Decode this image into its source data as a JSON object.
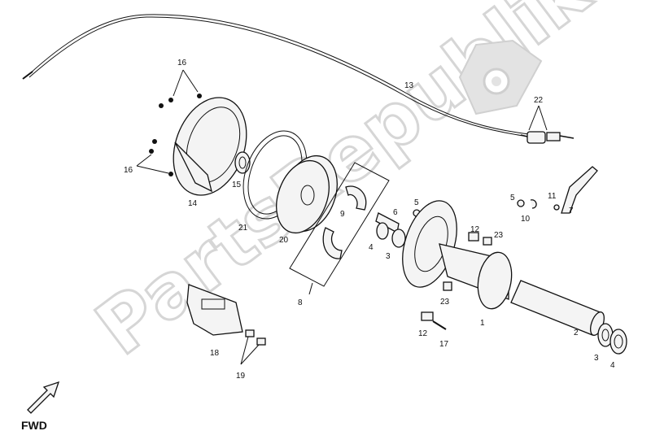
{
  "diagram": {
    "watermark_text": "PartsRepublik",
    "fwd_label": "FWD",
    "callouts": [
      "13",
      "22",
      "16",
      "16",
      "14",
      "15",
      "21",
      "20",
      "8",
      "9",
      "5",
      "6",
      "4",
      "3",
      "12",
      "23",
      "23",
      "1",
      "2",
      "3",
      "4",
      "5",
      "10",
      "11",
      "7",
      "12",
      "17",
      "18",
      "19"
    ]
  }
}
